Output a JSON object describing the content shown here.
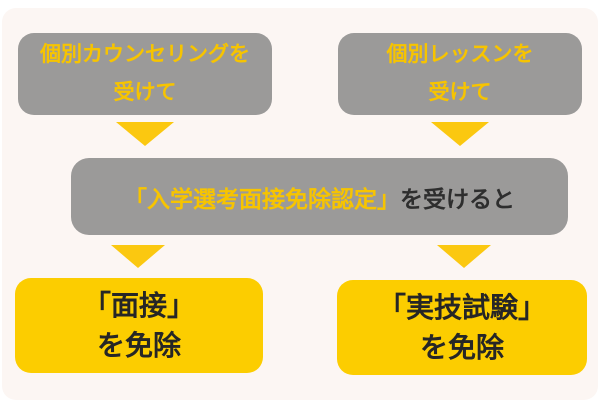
{
  "colors": {
    "page_bg": "#ffffff",
    "canvas_bg": "#fcf6f3",
    "box_gray": "#9b9a99",
    "box_yellow": "#fccd00",
    "arrow_yellow": "#fbc810",
    "text_yellow": "#f7c400",
    "text_dark": "#262626"
  },
  "icons": {
    "down_arrow": "▼"
  },
  "flow": {
    "top_left_box": {
      "lines": [
        "個別カウンセリングを",
        "受けて"
      ]
    },
    "top_right_box": {
      "lines": [
        "個別レッスンを",
        "受けて"
      ]
    },
    "middle_box": {
      "highlight": "「入学選考面接免除認定」",
      "rest": "を受けると"
    },
    "bottom_left_box": {
      "lines": [
        "「面接」",
        "を免除"
      ]
    },
    "bottom_right_box": {
      "lines": [
        "「実技試験」",
        "を免除"
      ]
    }
  }
}
